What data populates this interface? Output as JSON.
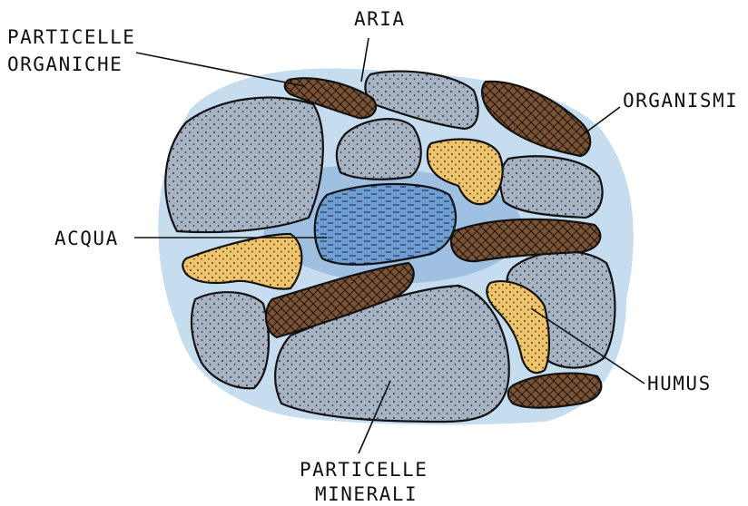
{
  "diagram": {
    "labels": {
      "aria": "ARIA",
      "particelle_organiche_l1": "PARTICELLE",
      "particelle_organiche_l2": "ORGANICHE",
      "organismi": "ORGANISMI",
      "acqua": "ACQUA",
      "humus": "HUMUS",
      "particelle_minerali_l1": "PARTICELLE",
      "particelle_minerali_l2": "MINERALI"
    },
    "colors": {
      "mineral": "#a7b3c3",
      "water": "#6f9ed1",
      "water_wash": "#bcd6ec",
      "humus": "#f0c46a",
      "organic": "#7a5234",
      "outline": "#111111"
    }
  }
}
